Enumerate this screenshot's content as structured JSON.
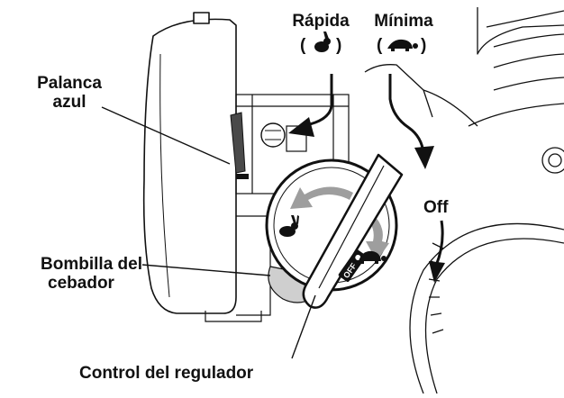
{
  "labels": {
    "rapida_title": "Rápida",
    "rapida_paren_open": "(",
    "rapida_paren_close": ")",
    "minima_title": "Mínima",
    "minima_paren_open": "(",
    "minima_paren_close": ")",
    "palanca_line1": "Palanca",
    "palanca_line2": "azul",
    "off": "Off",
    "bombilla_line1": "Bombilla del",
    "bombilla_line2": "cebador",
    "control": "Control del regulador",
    "dial_off_badge": "OFF"
  },
  "colors": {
    "ink": "#111111",
    "arrow_gray": "#9e9e9e",
    "lever_gray": "#4a4a4a",
    "bulb_gray": "#cfcfcf"
  },
  "icons": [
    "rabbit-icon",
    "turtle-icon"
  ]
}
